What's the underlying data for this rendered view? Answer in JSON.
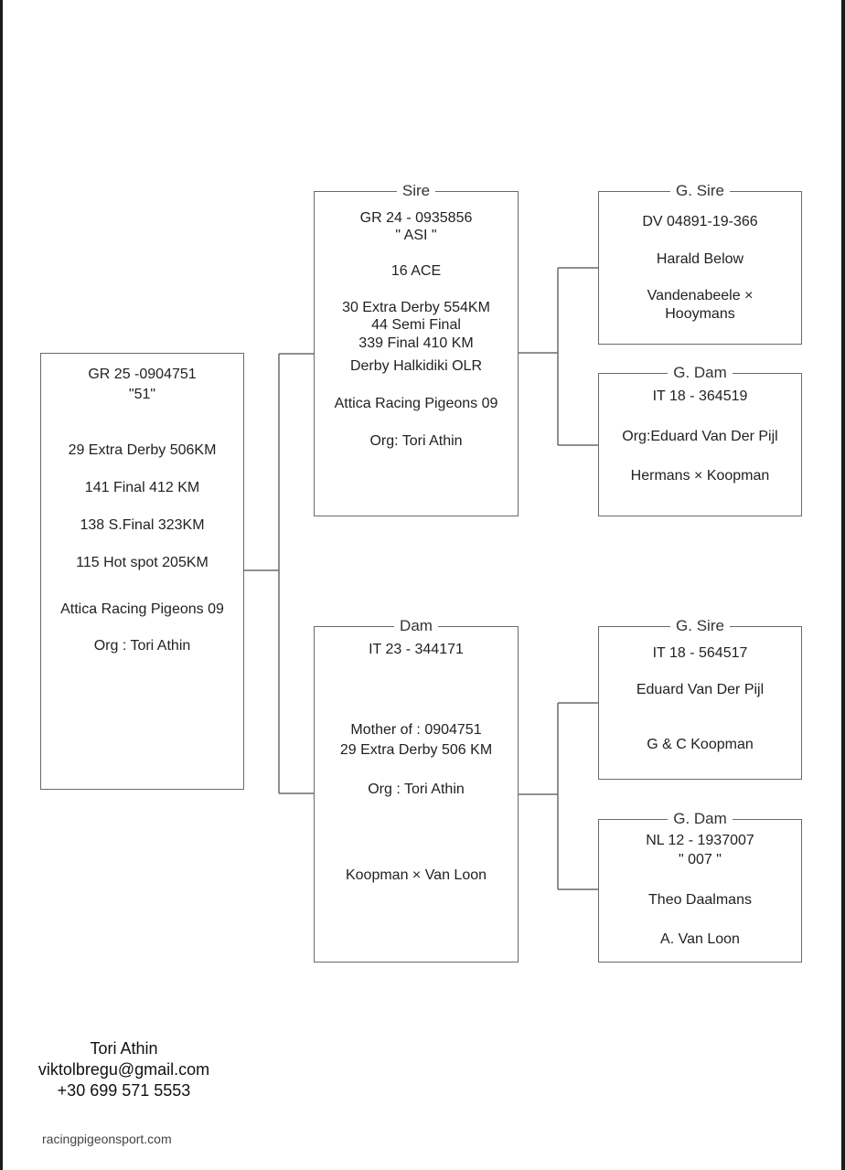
{
  "subject": {
    "ring": "GR 25 -0904751",
    "name": "\"51\"",
    "results": [
      "29 Extra Derby 506KM",
      "141 Final 412 KM",
      "138 S.Final 323KM",
      "115 Hot spot 205KM"
    ],
    "club": "Attica Racing Pigeons 09",
    "org": "Org : Tori Athin"
  },
  "sire": {
    "title": "Sire",
    "ring": "GR 24 - 0935856",
    "name": "\" ASI \"",
    "ace": "16 ACE",
    "results": [
      "30 Extra Derby 554KM",
      "44 Semi Final",
      "339 Final 410 KM"
    ],
    "race": "Derby Halkidiki OLR",
    "club": "Attica Racing Pigeons 09",
    "org": "Org: Tori Athin"
  },
  "sire_gsire": {
    "title": "G. Sire",
    "ring": "DV 04891-19-366",
    "breeder": "Harald Below",
    "lines": [
      "Vandenabeele ×",
      "Hooymans"
    ]
  },
  "sire_gdam": {
    "title": "G. Dam",
    "ring": "IT 18 - 364519",
    "org": "Org:Eduard Van Der Pijl",
    "lines": "Hermans × Koopman"
  },
  "dam": {
    "title": "Dam",
    "ring": "IT 23 - 344171",
    "mother_of": "Mother of : 0904751",
    "result": "29 Extra Derby 506 KM",
    "org": "Org : Tori Athin",
    "lines": "Koopman × Van Loon"
  },
  "dam_gsire": {
    "title": "G. Sire",
    "ring": "IT 18 - 564517",
    "breeder": "Eduard Van Der Pijl",
    "lines": "G & C Koopman"
  },
  "dam_gdam": {
    "title": "G. Dam",
    "ring": "NL 12 - 1937007",
    "name": "\" 007 \"",
    "breeder": "Theo Daalmans",
    "lines": "A. Van Loon"
  },
  "contact": {
    "name": "Tori Athin",
    "email": "viktolbregu@gmail.com",
    "phone": "+30 699 571 5553"
  },
  "website": "racingpigeonsport.com",
  "colors": {
    "border": "#6a6a6a",
    "connector": "#6a6a6a",
    "edge": "#1c1c1c"
  }
}
